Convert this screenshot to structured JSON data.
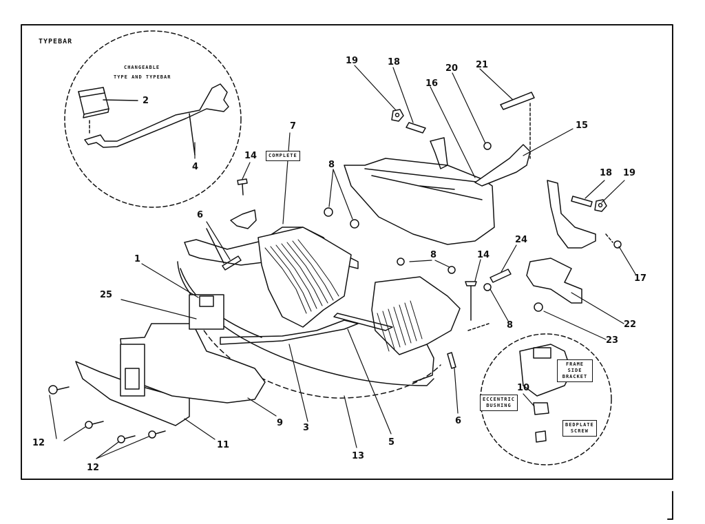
{
  "title": "TYPEBAR",
  "inset_caption": [
    "CHANGEABLE",
    "TYPE  AND  TYPEBAR"
  ],
  "boxed_labels": {
    "complete": "COMPLETE",
    "frame_side_bracket": [
      "FRAME",
      "SIDE",
      "BRACKET"
    ],
    "eccentric_bushing": [
      "ECCENTRIC",
      "BUSHING"
    ],
    "bedplate_screw": [
      "BEDPLATE",
      "SCREW"
    ]
  },
  "part_numbers": {
    "p1": "1",
    "p2": "2",
    "p3": "3",
    "p4": "4",
    "p5": "5",
    "p6a": "6",
    "p6b": "6",
    "p7": "7",
    "p8a": "8",
    "p8b": "8",
    "p8c": "8",
    "p9": "9",
    "p10": "10",
    "p11": "11",
    "p12a": "12",
    "p12b": "12",
    "p13": "13",
    "p14a": "14",
    "p14b": "14",
    "p15": "15",
    "p16": "16",
    "p17": "17",
    "p18a": "18",
    "p18b": "18",
    "p19a": "19",
    "p19b": "19",
    "p20": "20",
    "p21": "21",
    "p22": "22",
    "p23": "23",
    "p24": "24",
    "p25": "25"
  }
}
